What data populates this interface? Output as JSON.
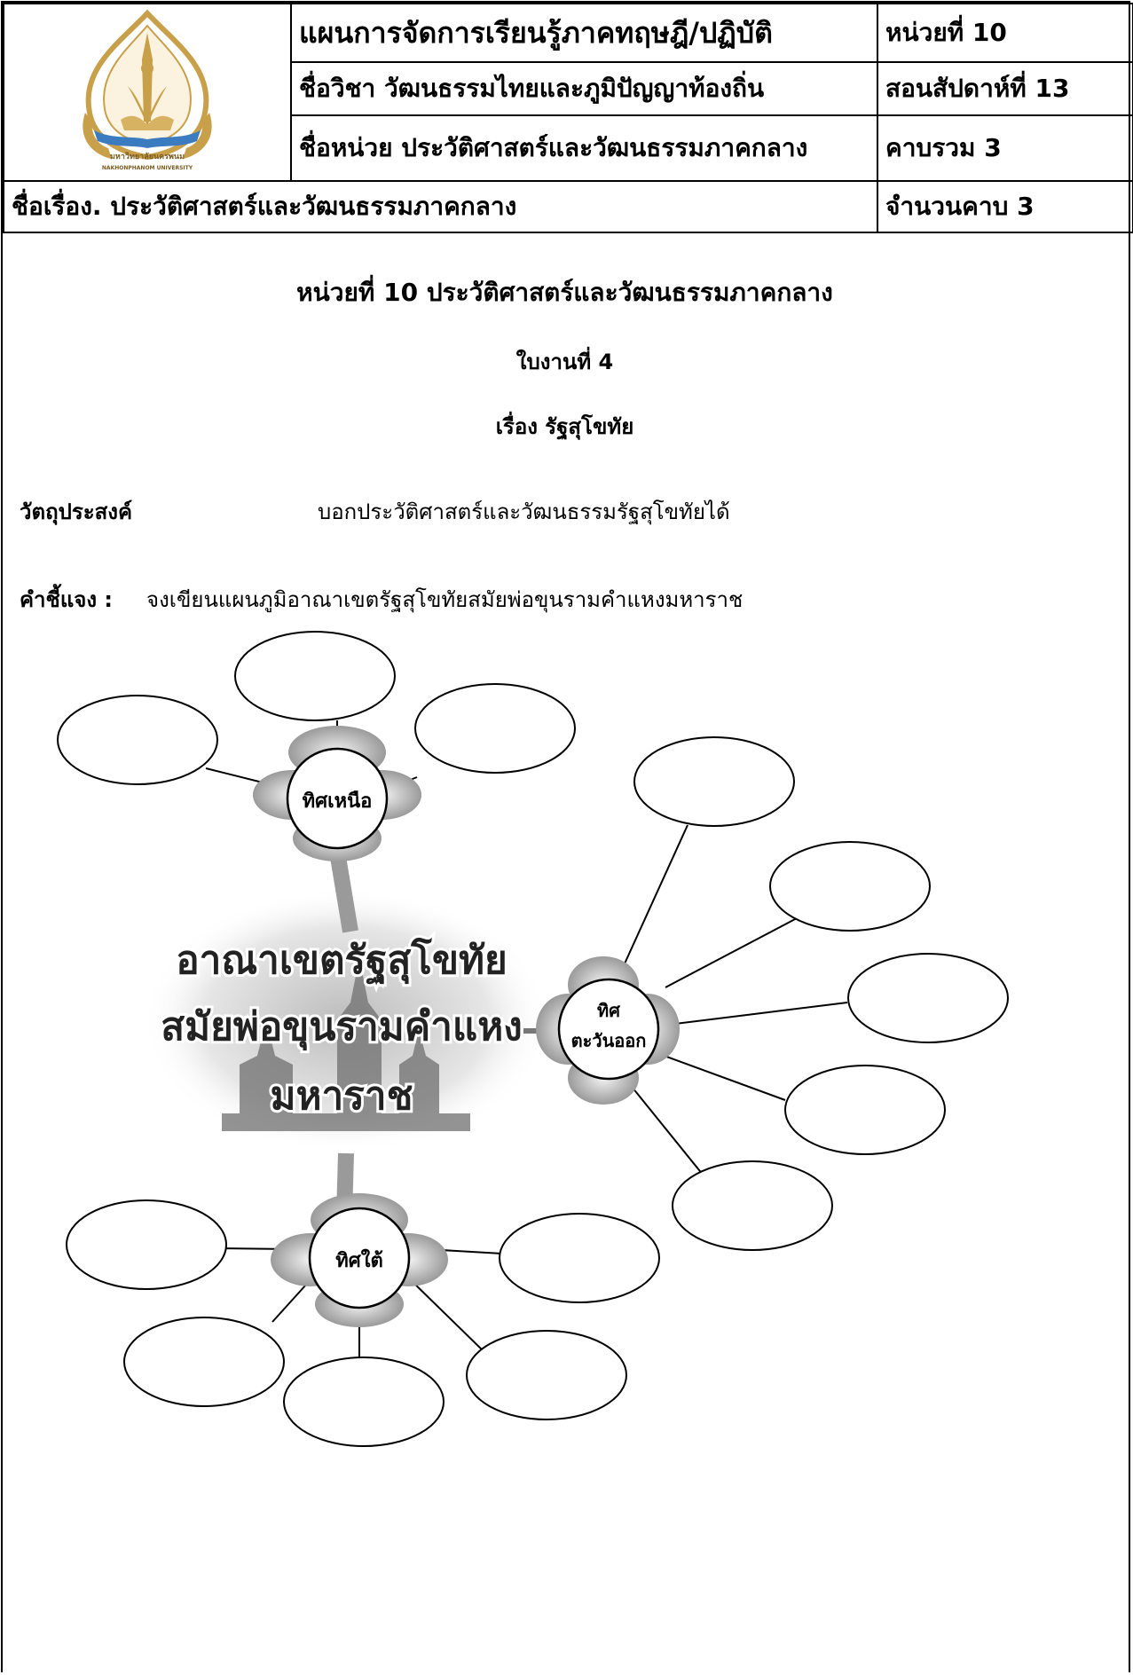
{
  "header": {
    "plan_title": "แผนการจัดการเรียนรู้ภาคทฤษฎี/ปฏิบัติ",
    "unit_no": "หน่วยที่ 10",
    "course": "ชื่อวิชา  วัฒนธรรมไทยและภูมิปัญญาท้องถิ่น",
    "week": "สอนสัปดาห์ที่ 13",
    "unit_name": "ชื่อหน่วย ประวัติศาสตร์และวัฒนธรรมภาคกลาง",
    "total_periods": "คาบรวม 3",
    "topic": "ชื่อเรื่อง. ประวัติศาสตร์และวัฒนธรรมภาคกลาง",
    "periods": "จำนวนคาบ 3",
    "logo_text_top": "มหาวิทยาลัยนครพนม",
    "logo_text_bottom": "NAKHONPHANOM UNIVERSITY"
  },
  "worksheet": {
    "unit_heading": "หน่วยที่  10 ประวัติศาสตร์และวัฒนธรรมภาคกลาง",
    "sheet_no": "ใบงานที่ 4",
    "topic": "เรื่อง  รัฐสุโขทัย",
    "objective_label": "วัตถุประสงค์",
    "objective_text": "บอกประวัติศาสตร์และวัฒนธรรมรัฐสุโขทัยได้",
    "instruction_label": "คำชี้แจง :",
    "instruction_text": "จงเขียนแผนภูมิอาณาเขตรัฐสุโขทัยสมัยพ่อขุนรามคำแหงมหาราช"
  },
  "diagram": {
    "center_lines": [
      "อาณาเขตรัฐสุโขทัย",
      "สมัยพ่อขุนรามคำแหง",
      "มหาราช"
    ],
    "north_label": "ทิศเหนือ",
    "east_label_1": "ทิศ",
    "east_label_2": "ตะวันออก",
    "south_label": "ทิศใต้",
    "colors": {
      "line": "#000000",
      "petal": "#cfcfcf",
      "petal_shade": "#8c8c8c",
      "center_glow": "#d9d9d9",
      "logo_gold": "#c9a04a",
      "logo_blue": "#3b7bbf"
    }
  }
}
